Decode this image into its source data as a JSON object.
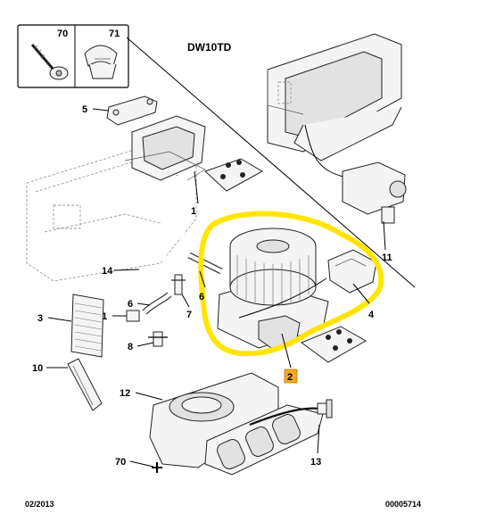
{
  "header": {
    "engine_code": "DW10TD",
    "legend_box": {
      "cells": [
        "70",
        "71"
      ]
    }
  },
  "callouts": {
    "c1": "1",
    "c2": "2",
    "c3": "3",
    "c4": "4",
    "c5": "5",
    "c6a": "6",
    "c6b": "6",
    "c7": "7",
    "c8": "8",
    "c10": "10",
    "c11": "11",
    "c12": "12",
    "c13": "13",
    "c14": "14",
    "c70": "70",
    "c71": "71"
  },
  "highlight": {
    "color": "#FFE600",
    "badge_color": "#F2A91F",
    "badge_label": "2"
  },
  "footer": {
    "date": "02/2013",
    "ref": "00005714"
  }
}
